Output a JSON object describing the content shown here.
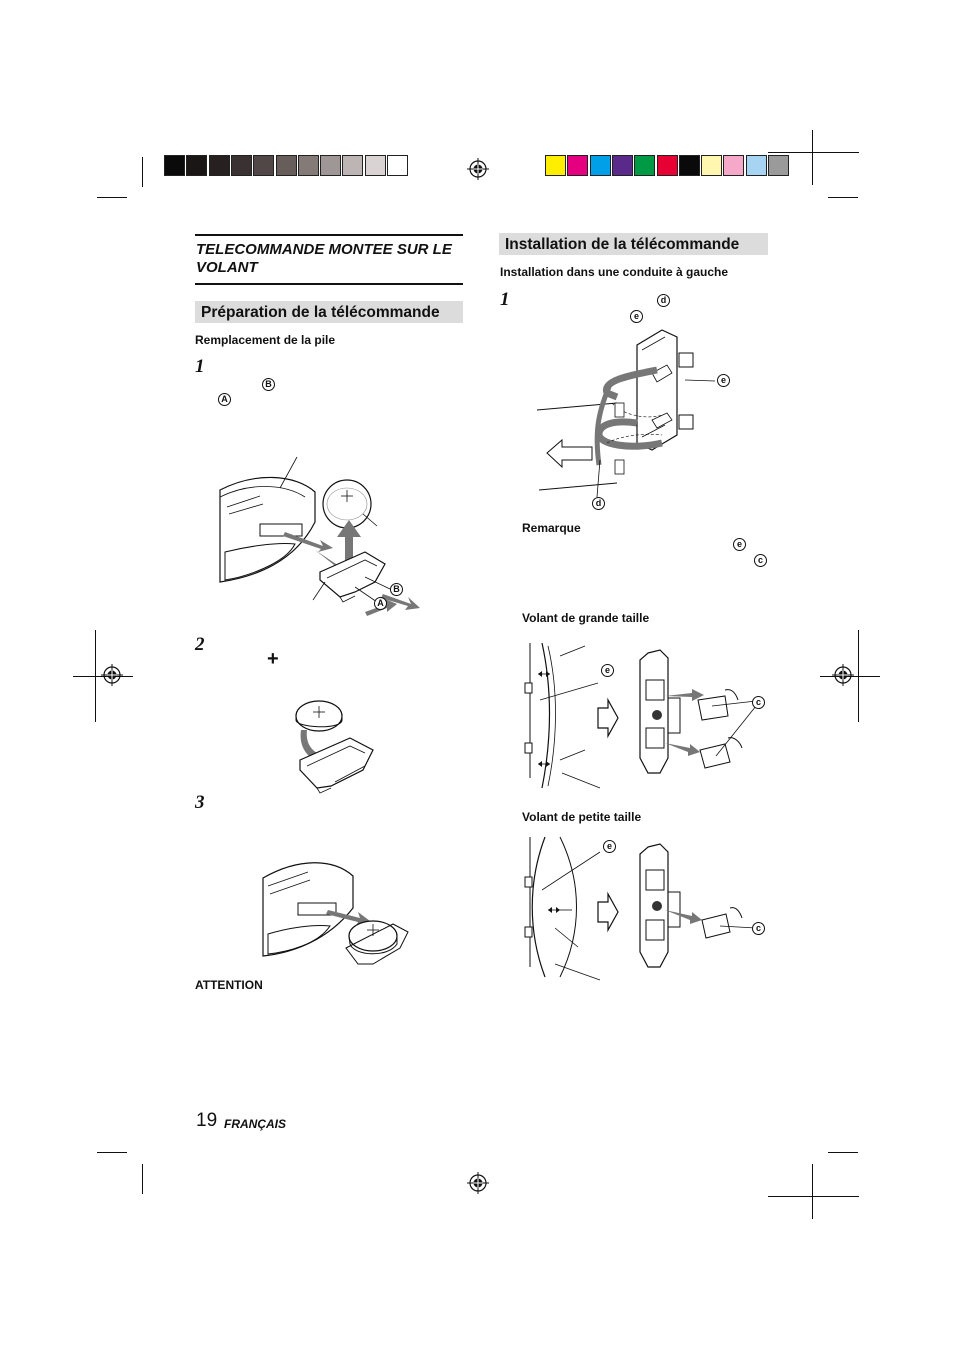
{
  "left": {
    "section_title": "TELECOMMANDE MONTEE SUR LE VOLANT",
    "heading": "Préparation de la télécommande",
    "subheading": "Remplacement de la pile",
    "steps": [
      "1",
      "2",
      "3"
    ],
    "callouts": {
      "b": "B",
      "a": "A"
    },
    "plus_sign": "+",
    "attention": "ATTENTION"
  },
  "right": {
    "heading": "Installation de la télécommande",
    "subheading": "Installation dans une conduite à gauche",
    "step": "1",
    "callouts": {
      "d": "d",
      "e": "e",
      "c": "c"
    },
    "remarque": "Remarque",
    "volant_grande": "Volant de grande taille",
    "volant_petite": "Volant de petite taille"
  },
  "footer": {
    "page_number": "19",
    "language": "FRANÇAIS"
  },
  "color_bar": {
    "greys": [
      "#0a0a0a",
      "#1a1616",
      "#262020",
      "#3a3232",
      "#514746",
      "#675d5b",
      "#847a78",
      "#9f9796",
      "#bcb5b4",
      "#d9d4d3",
      "#ffffff"
    ],
    "colors": [
      "#ffee00",
      "#e4007f",
      "#00a0e9",
      "#5a2a8a",
      "#009944",
      "#e60033",
      "#0a0a0a",
      "#fff7b0",
      "#f5a8c8",
      "#a6d4f2",
      "#9a9a9a"
    ]
  }
}
